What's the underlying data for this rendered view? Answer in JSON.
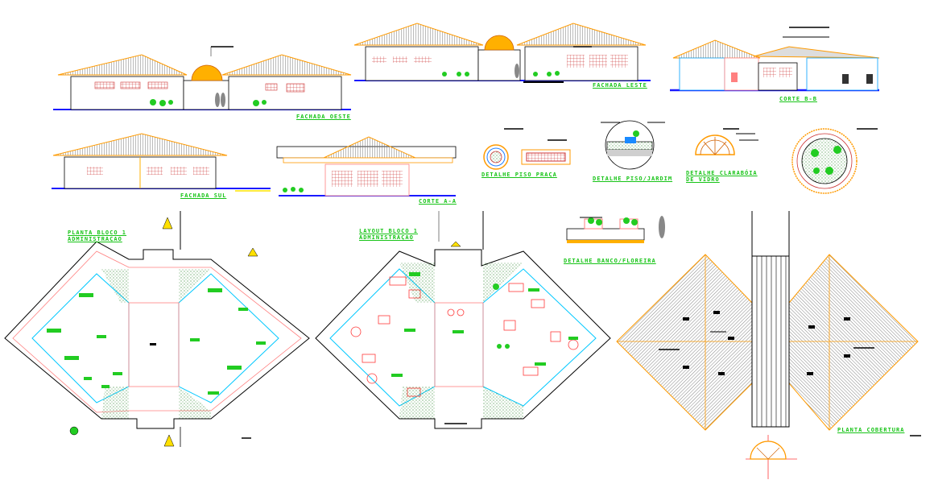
{
  "colors": {
    "background": "#ffffff",
    "line": "#000000",
    "roof_fill": "#8a8a8a",
    "roof_outline": "#ff9a00",
    "ground": "#1a1aff",
    "label": "#18c418",
    "wall_accent": "#ff8080",
    "glass": "#00c8ff",
    "vegetation": "#22cc22",
    "furniture": "#ff3b3b"
  },
  "labels": {
    "fachada_oeste": "FACHADA OESTE",
    "fachada_leste": "FACHADA LESTE",
    "corte_bb": "CORTE B-B",
    "fachada_sul": "FACHADA SUL",
    "corte_aa": "CORTE A-A",
    "detalhe_piso_praca": "DETALHE PISO PRAÇA",
    "detalhe_piso_jardim": "DETALHE PISO/JARDIM",
    "detalhe_claraboia": "DETALHE CLARABÓIA\nDE VIDRO",
    "detalhe_banco": "DETALHE BANCO/FLOREIRA",
    "planta_bloco": "PLANTA BLOCO 1\nADMINISTRAÇÃO",
    "layout_bloco": "LAYOUT BLOCO 1\nADMINISTRAÇÃO",
    "planta_cobertura": "PLANTA COBERTURA"
  },
  "icons": [
    "north-arrow-icon",
    "section-marker-icon",
    "human-figure-icon",
    "tree-icon"
  ]
}
